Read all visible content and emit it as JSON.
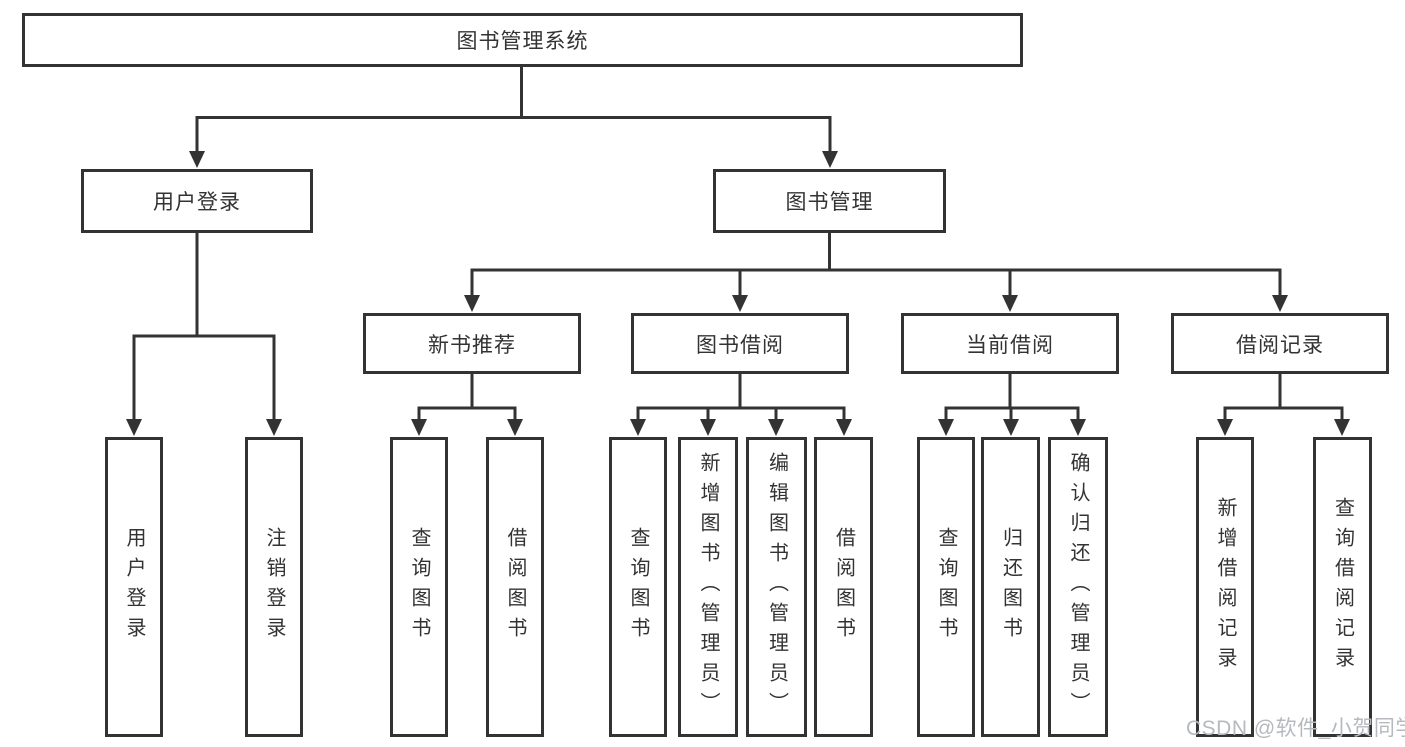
{
  "diagram_title": "图书管理系统",
  "nodes": {
    "root": "图书管理系统",
    "user_login": "用户登录",
    "book_mgmt": "图书管理",
    "new_book": "新书推荐",
    "book_borrow": "图书借阅",
    "current_borrow": "当前借阅",
    "borrow_record": "借阅记录",
    "ul_child_1": "用户登录",
    "ul_child_2": "注销登录",
    "nb_child_1": "查询图书",
    "nb_child_2": "借阅图书",
    "bb_child_1": "查询图书",
    "bb_child_2": "新增图书（管理员）",
    "bb_child_3": "编辑图书（管理员）",
    "bb_child_4": "借阅图书",
    "cb_child_1": "查询图书",
    "cb_child_2": "归还图书",
    "cb_child_3": "确认归还（管理员）",
    "br_child_1": "新增借阅记录",
    "br_child_2": "查询借阅记录"
  },
  "watermark": "CSDN @软件_小贺同学",
  "colors": {
    "line": "#333333",
    "text": "#333333",
    "watermark": "#b6b9be",
    "background": "#ffffff"
  }
}
